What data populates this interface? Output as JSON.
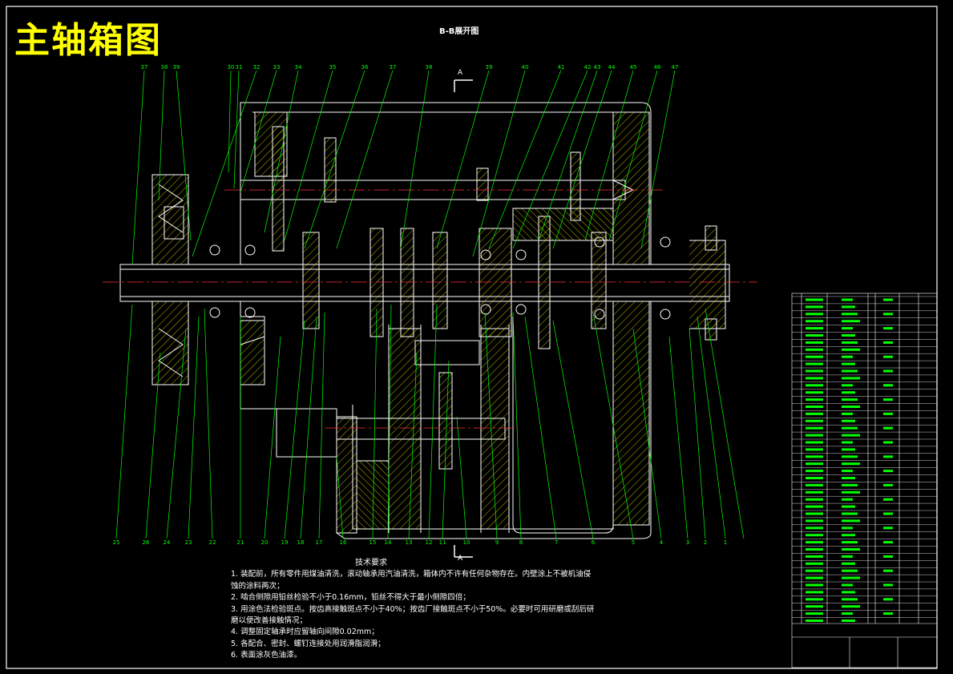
{
  "title": "主轴箱图",
  "view_title": "B-B展开图",
  "section_mark": "A",
  "top_callouts": [
    "37",
    "38",
    "39",
    "30",
    "31",
    "32",
    "33",
    "34",
    "35",
    "36",
    "37",
    "38",
    "39",
    "40",
    "41",
    "42",
    "43",
    "44",
    "45",
    "46",
    "47"
  ],
  "bottom_callouts": [
    "25",
    "26",
    "24",
    "23",
    "22",
    "21",
    "20",
    "19",
    "18",
    "17",
    "16",
    "15",
    "14",
    "13",
    "12",
    "11",
    "10",
    "9",
    "8",
    "7",
    "6",
    "5",
    "4",
    "3",
    "2",
    "1"
  ],
  "tech_requirements": {
    "heading": "技术要求",
    "items": [
      "1. 装配前，所有零件用煤油清洗，滚动轴承用汽油清洗，箱体内不许有任何杂物存在。内壁涂上不被机油侵",
      "蚀的涂料两次；",
      "2. 啮合侧隙用铅丝检验不小于0.16mm，铅丝不得大于最小侧隙四倍；",
      "3. 用涂色法检验斑点。按齿高接触斑点不小于40%；按齿厂接触斑点不小于50%。必要时可用研磨或刮后研",
      "磨以便改善接触情况；",
      "4. 调整固定轴承时应留轴向间隙0.02mm；",
      "5. 各配合、密封、螺钉连接处用润滑脂润滑；",
      "6. 表面涂灰色油漆。"
    ]
  },
  "colors": {
    "outline": "#00ff00",
    "white": "#ffffff",
    "centerline": "#ff3030",
    "title": "#ffff00",
    "background": "#000000"
  }
}
